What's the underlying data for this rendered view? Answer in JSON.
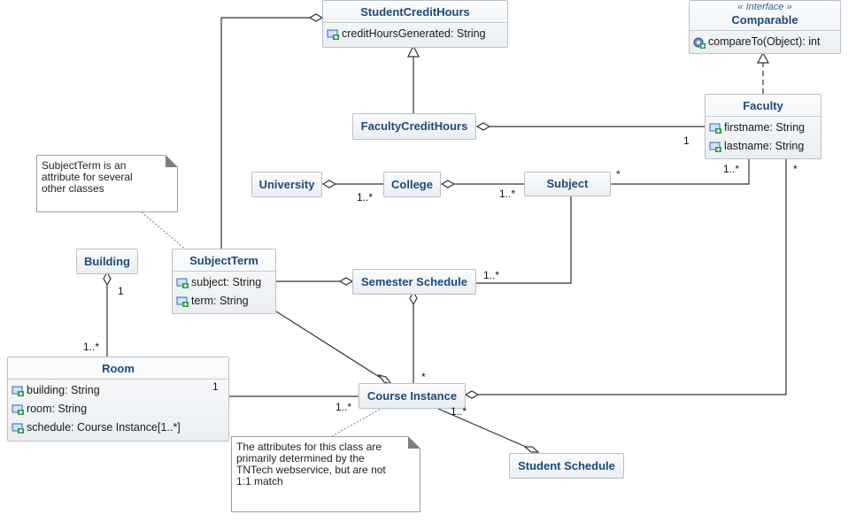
{
  "classes": {
    "student_credit_hours": {
      "name": "StudentCreditHours",
      "attributes": [
        "creditHoursGenerated: String"
      ]
    },
    "comparable": {
      "stereotype": "« Interface »",
      "name": "Comparable",
      "operations": [
        "compareTo(Object): int"
      ]
    },
    "faculty_credit_hours": {
      "name": "FacultyCreditHours"
    },
    "faculty": {
      "name": "Faculty",
      "attributes": [
        "firstname: String",
        "lastname: String"
      ]
    },
    "university": {
      "name": "University"
    },
    "college": {
      "name": "College"
    },
    "subject": {
      "name": "Subject"
    },
    "building": {
      "name": "Building"
    },
    "subject_term": {
      "name": "SubjectTerm",
      "attributes": [
        "subject: String",
        "term: String"
      ]
    },
    "semester_schedule": {
      "name": "Semester Schedule"
    },
    "room": {
      "name": "Room",
      "attributes": [
        "building: String",
        "room: String",
        "schedule: Course Instance[1..*]"
      ]
    },
    "course_instance": {
      "name": "Course Instance"
    },
    "student_schedule": {
      "name": "Student Schedule"
    }
  },
  "notes": {
    "subject_term_note": "SubjectTerm is an attribute for several other classes",
    "course_instance_note": "The attributes for this class are primarily determined by the TNTech webservice, but are not 1:1 match"
  },
  "multiplicities": {
    "faculty_fch": "1",
    "faculty_subject": "1..*",
    "subject_faculty": "*",
    "faculty_course": "*",
    "college_university": "1..*",
    "subject_college": "1..*",
    "subject_semester": "1..*",
    "building_room": "1",
    "room_building": "1..*",
    "room_course": "1",
    "course_room": "1..*",
    "course_semester": "*",
    "course_student": "1..*"
  },
  "icon_names": {
    "attribute": "attribute-icon",
    "operation": "operation-icon"
  },
  "colors": {
    "class_title": "#1e4a78",
    "class_border": "#b9c0c8",
    "line": "#333333"
  }
}
